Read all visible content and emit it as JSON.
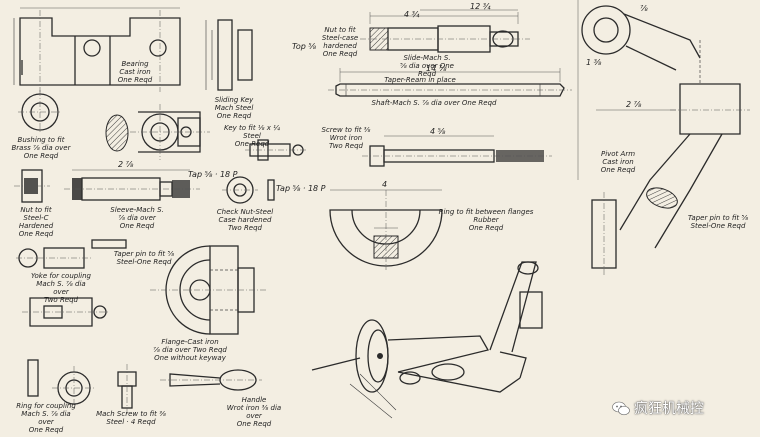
{
  "labels": {
    "bearing": "Bearing\nCast iron\nOne Reqd",
    "bushing": "Bushing to fit\nBrass ⅞ dia over\nOne Reqd",
    "sliding_key": "Sliding Key\nMach Steel\nOne Reqd",
    "key_to_fit": "Key to fit ⅛ x ¼\nSteel\nOne Reqd",
    "nut": "Nut to fit\nSteel-case hardened\nOne Reqd",
    "slide": "Slide-Mach S.\n⅝ dia over One Reqd",
    "taper_ream": "Taper-Ream in place",
    "shaft": "Shaft-Mach S. ⅞ dia over One Reqd",
    "screw": "Screw to fit ⅜\nWrot iron\nTwo Reqd",
    "pivot_arm": "Pivot Arm\nCast iron\nOne Reqd",
    "nut_left": "Nut to fit\nSteel-C Hardened\nOne Reqd",
    "sleeve": "Sleeve-Mach S.\n⅞ dia over\nOne Reqd",
    "check_nut": "Check Nut-Steel\nCase hardened\nTwo Reqd",
    "ring_flanges": "Ring to fit between flanges\nRubber\nOne Reqd",
    "taper_pin_right": "Taper pin to fit ⅝\nSteel-One Reqd",
    "taper_pin_left": "Taper pin to fit ⅝\nSteel-One Reqd",
    "yoke": "Yoke for coupling\nMach S. ⅞ dia over\nTwo Reqd",
    "flange": "Flange-Cast iron\n⅞ dia over Two Reqd\nOne without keyway",
    "ring_coupling": "Ring for coupling\nMach S. ⅞ dia over\nOne Reqd",
    "mach_screw": "Mach Screw to fit ⅜\nSteel · 4 Reqd",
    "handle": "Handle\nWrot iron ⅜ dia over\nOne Reqd"
  },
  "dims": {
    "top_right_len": "12 ¾",
    "slide_top": "4 ¾",
    "top_frac": "Top ⅝",
    "shaft_len": "14 ⅞",
    "sleeve_len": "2 ⅞",
    "tap_left": "Tap ⅝ · 18 P",
    "tap_right": "Tap ⅝ · 18 P",
    "ring_width": "4",
    "screw_len": "4 ⅝",
    "pivot_len": "2 ⅞",
    "pivot_frac": "1 ⅜",
    "pivot_top": "⅞"
  },
  "watermark": {
    "text": "疯狂机械控",
    "icon": "wechat-icon"
  }
}
